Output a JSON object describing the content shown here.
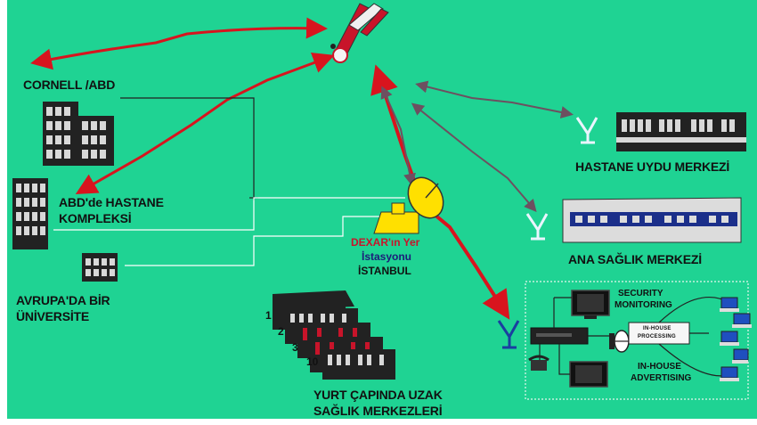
{
  "colors": {
    "background": "#1fd393",
    "link_red": "#d8141e",
    "link_dark": "#6d5060",
    "building_dark": "#222222",
    "building_panel": "#d8d8d8",
    "dish_yellow": "#ffe000"
  },
  "labels": {
    "cornell": "CORNELL /ABD",
    "abd_hastane_line1": "ABD'de HASTANE",
    "abd_hastane_line2": "KOMPLEKSİ",
    "avrupa_line1": "AVRUPA'DA BİR",
    "avrupa_line2": "ÜNİVERSİTE",
    "dexar_line1": "DEXAR'ın Yer",
    "dexar_line2": "İstasyonu",
    "dexar_line3": "İSTANBUL",
    "hastane_uydu": "HASTANE UYDU MERKEZİ",
    "ana_saglik": "ANA SAĞLIK MERKEZİ",
    "yurt_line1": "YURT ÇAPINDA UZAK",
    "yurt_line2": "SAĞLIK MERKEZLERİ",
    "security_line1": "SECURITY",
    "security_line2": "MONITORING",
    "inhouse_processing_line1": "IN-HOUSE",
    "inhouse_processing_line2": "PROCESSING",
    "advertising_line1": "IN-HOUSE",
    "advertising_line2": "ADVERTISING",
    "num1": "1",
    "num2": "2",
    "num3": "3",
    "num10": "10"
  },
  "icons": [
    "satellite-icon",
    "dish-antenna-icon",
    "small-antenna-icon",
    "building-icon",
    "monitor-icon",
    "computer-icon",
    "telephone-icon",
    "speaker-icon",
    "set-top-box-icon"
  ]
}
